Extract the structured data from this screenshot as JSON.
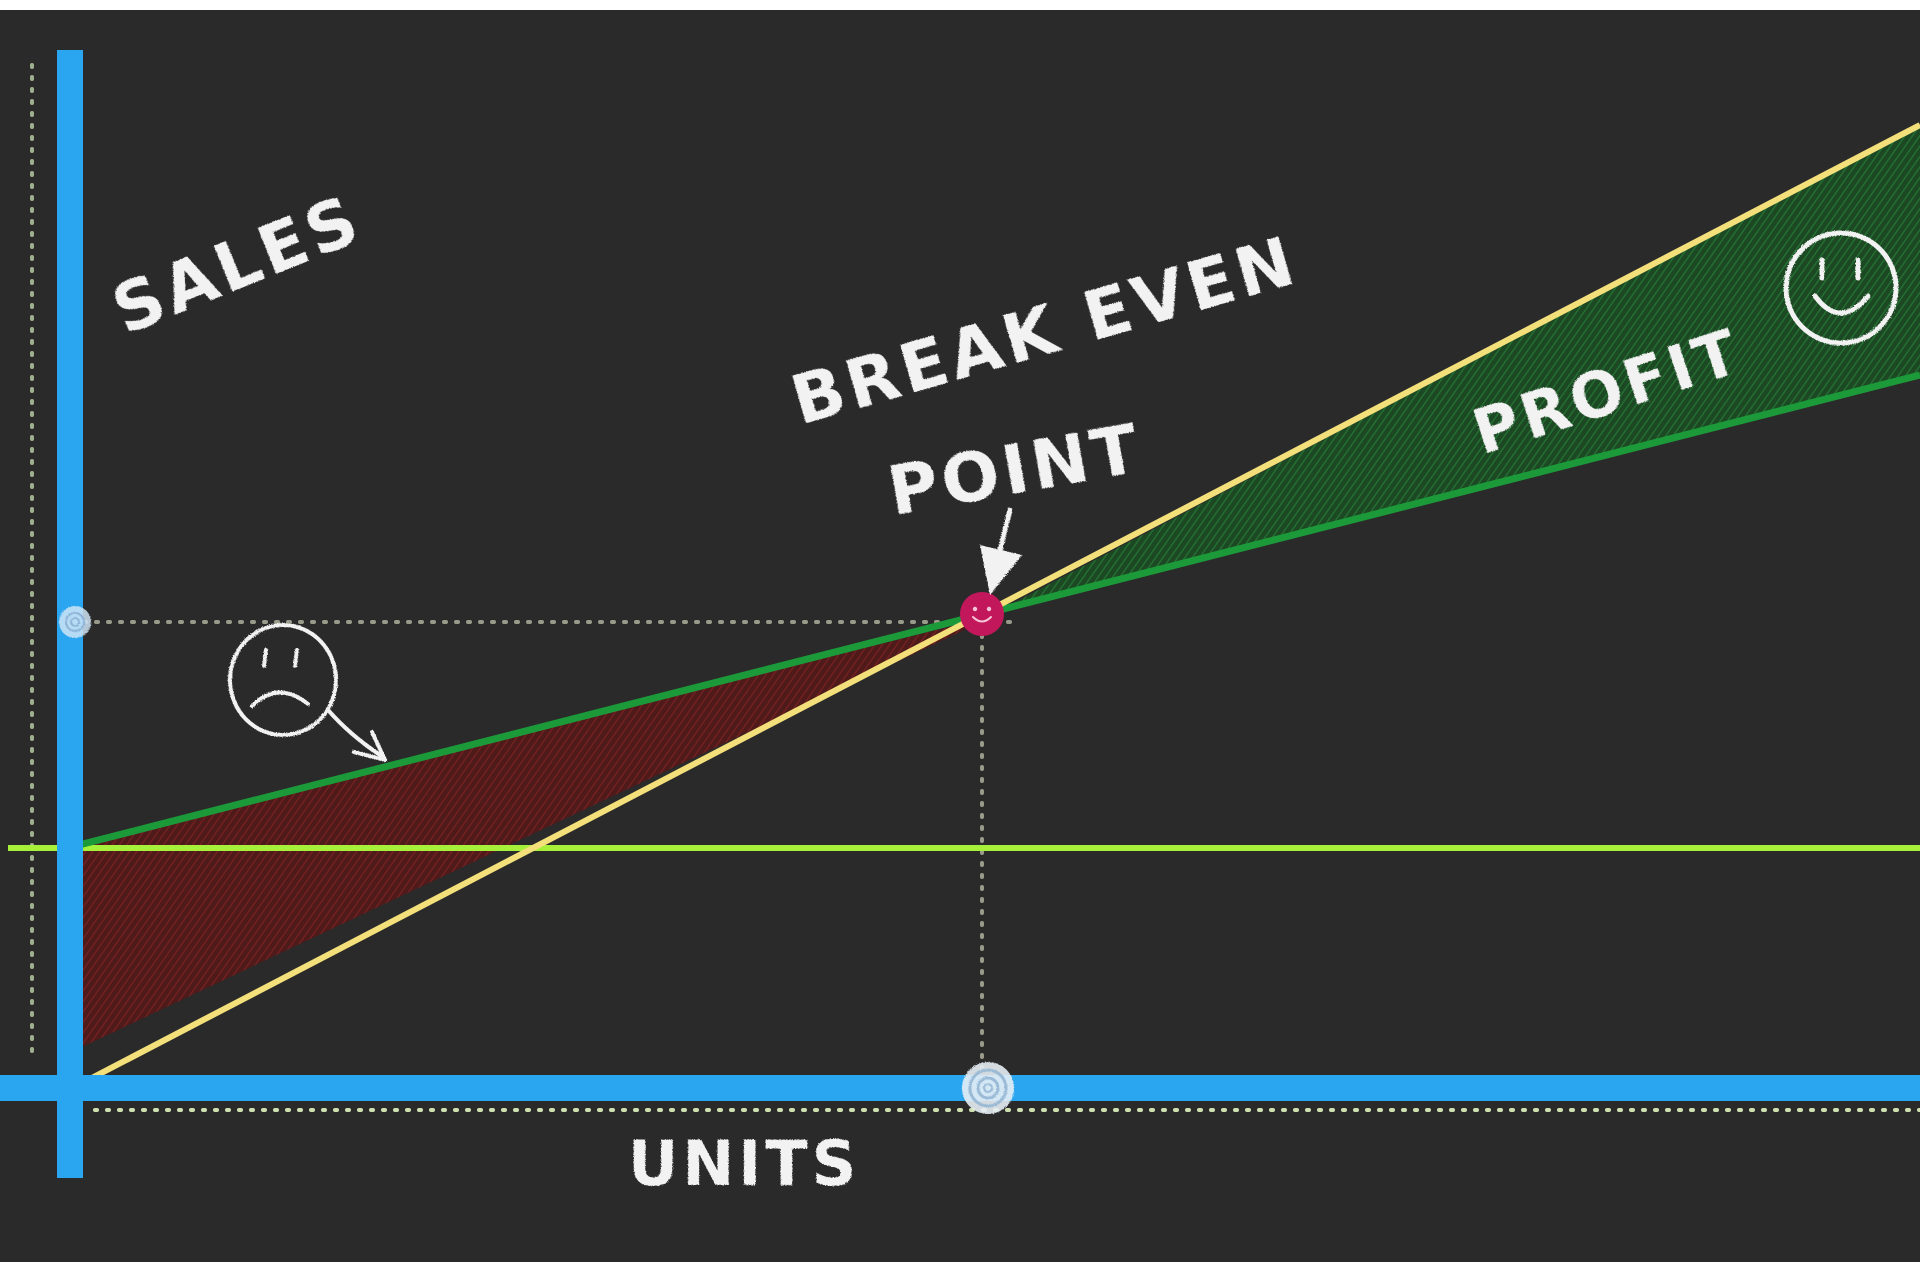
{
  "diagram": {
    "y_axis_label": "SALES",
    "x_axis_label": "UNITS",
    "break_even_label_line1": "BREAK EVEN",
    "break_even_label_line2": "POINT",
    "profit_label": "PROFIT",
    "colors": {
      "board": "#2a2a2a",
      "axis": "#29a6ef",
      "revenue_line": "#f3e07a",
      "total_cost_line": "#1c9a3a",
      "fixed_cost_line": "#a6f03a",
      "profit_fill": "#1f6b2c",
      "loss_fill": "#7a1616",
      "break_even_dot": "#c2185b",
      "chalk": "#f2f2f2",
      "guide_dots": "#9fb08f"
    },
    "icons": {
      "sad_face": "sad-face-icon",
      "happy_face": "happy-face-icon",
      "break_even_marker": "smiley-dot-icon"
    }
  }
}
